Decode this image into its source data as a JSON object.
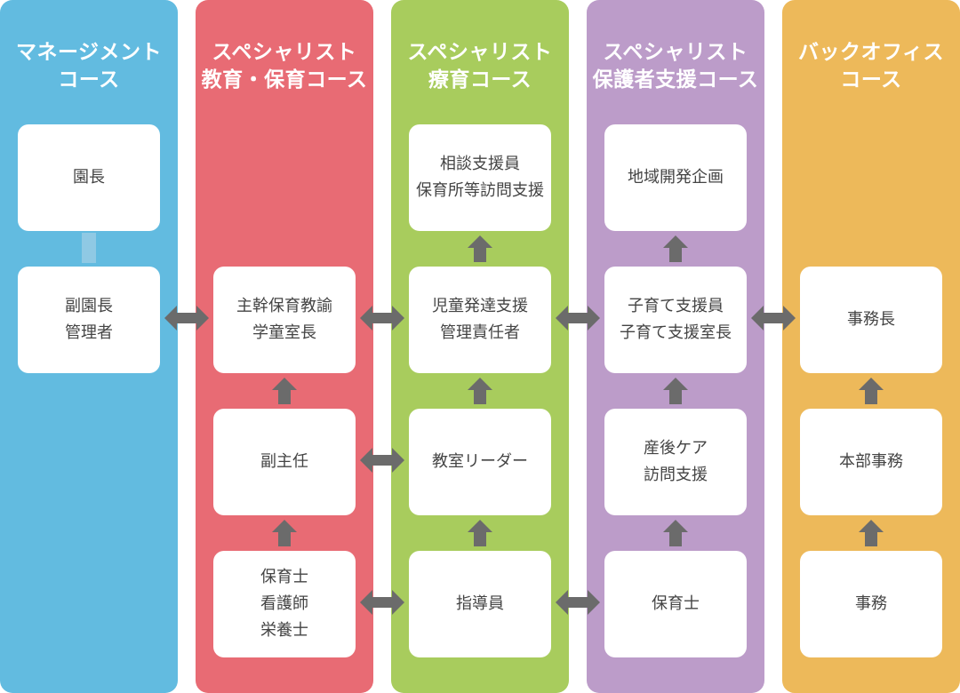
{
  "colors": {
    "management": "#62bbe0",
    "education": "#e86b74",
    "therapy": "#a8cc5d",
    "guardian": "#bc9cc9",
    "backoffice": "#edb95a",
    "arrow": "#6b6b6b",
    "box_text": "#444444"
  },
  "columns": {
    "management": {
      "title": "マネージメント\nコース",
      "boxes": {
        "director": "園長",
        "vice_director": "副園長\n管理者"
      }
    },
    "education": {
      "title": "スペシャリスト\n教育・保育コース",
      "boxes": {
        "chief": "主幹保育教諭\n学童室長",
        "sub_lead": "副主任",
        "staff": "保育士\n看護師\n栄養士"
      }
    },
    "therapy": {
      "title": "スペシャリスト\n療育コース",
      "boxes": {
        "consult": "相談支援員\n保育所等訪問支援",
        "manager": "児童発達支援\n管理責任者",
        "leader": "教室リーダー",
        "instructor": "指導員"
      }
    },
    "guardian": {
      "title": "スペシャリスト\n保護者支援コース",
      "boxes": {
        "regional": "地域開発企画",
        "parenting": "子育て支援員\n子育て支援室長",
        "postnatal": "産後ケア\n訪問支援",
        "nursery": "保育士"
      }
    },
    "backoffice": {
      "title": "バックオフィス\nコース",
      "boxes": {
        "head": "事務長",
        "hq": "本部事務",
        "clerk": "事務"
      }
    }
  }
}
